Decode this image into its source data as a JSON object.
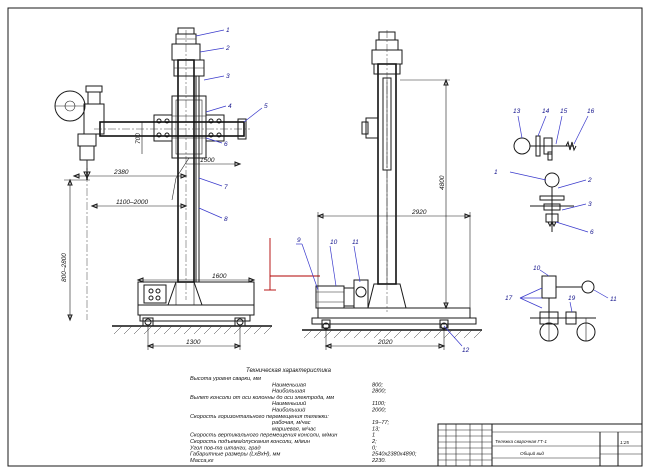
{
  "views": {
    "side": {
      "callouts": [
        "1",
        "2",
        "3",
        "4",
        "5",
        "6",
        "7",
        "8"
      ],
      "dims": {
        "boom_reach": "2380",
        "arm_offset": "1500",
        "travel_range": "1100–2000",
        "height_range": "800–2800",
        "base_upper": "1600",
        "base_lower": "1300",
        "column_mark": "700"
      }
    },
    "front": {
      "callouts": [
        "9",
        "10",
        "11",
        "12"
      ],
      "dims": {
        "overall_height": "4800",
        "span_upper": "2920",
        "span_lower": "2020"
      }
    },
    "schematic_upper": {
      "callouts": [
        "13",
        "14",
        "15",
        "16"
      ]
    },
    "schematic_mid": {
      "callouts": [
        "1",
        "2",
        "3",
        "6"
      ]
    },
    "schematic_lower": {
      "callouts": [
        "10",
        "11",
        "17",
        "19"
      ]
    }
  },
  "specs": {
    "title": "Техническая характеристика",
    "rows": [
      {
        "label": "Высота уровня сварки, мм",
        "value": ""
      },
      {
        "label": "Наименьшая",
        "value": "800;"
      },
      {
        "label": "Наибольшая",
        "value": "2800;"
      },
      {
        "label": "Вылет консоли от оси колонны до оси электрода, мм",
        "value": ""
      },
      {
        "label": "Наименьший",
        "value": "1100;"
      },
      {
        "label": "Наибольший",
        "value": "2000;"
      },
      {
        "label": "Скорость горизонтального перемещения тележки:",
        "value": ""
      },
      {
        "label": "рабочая, м/час",
        "value": "19–77;"
      },
      {
        "label": "маршевая, м/час",
        "value": "13;"
      },
      {
        "label": "Скорость вертикального перемещения консоли, м/мин",
        "value": "1"
      },
      {
        "label": "Скорость подъема/опускания консоли, м/мин",
        "value": "2;"
      },
      {
        "label": "Угол пов-та штанги, град",
        "value": "0;"
      },
      {
        "label": "Габаритные размеры (LxBxH), мм",
        "value": "2540х2380х4890;"
      },
      {
        "label": "Масса,кг",
        "value": "2230."
      }
    ]
  },
  "title_block": {
    "name": "Тележка сварочная ГТ-1",
    "view": "Общий вид",
    "scale": "1:25"
  }
}
